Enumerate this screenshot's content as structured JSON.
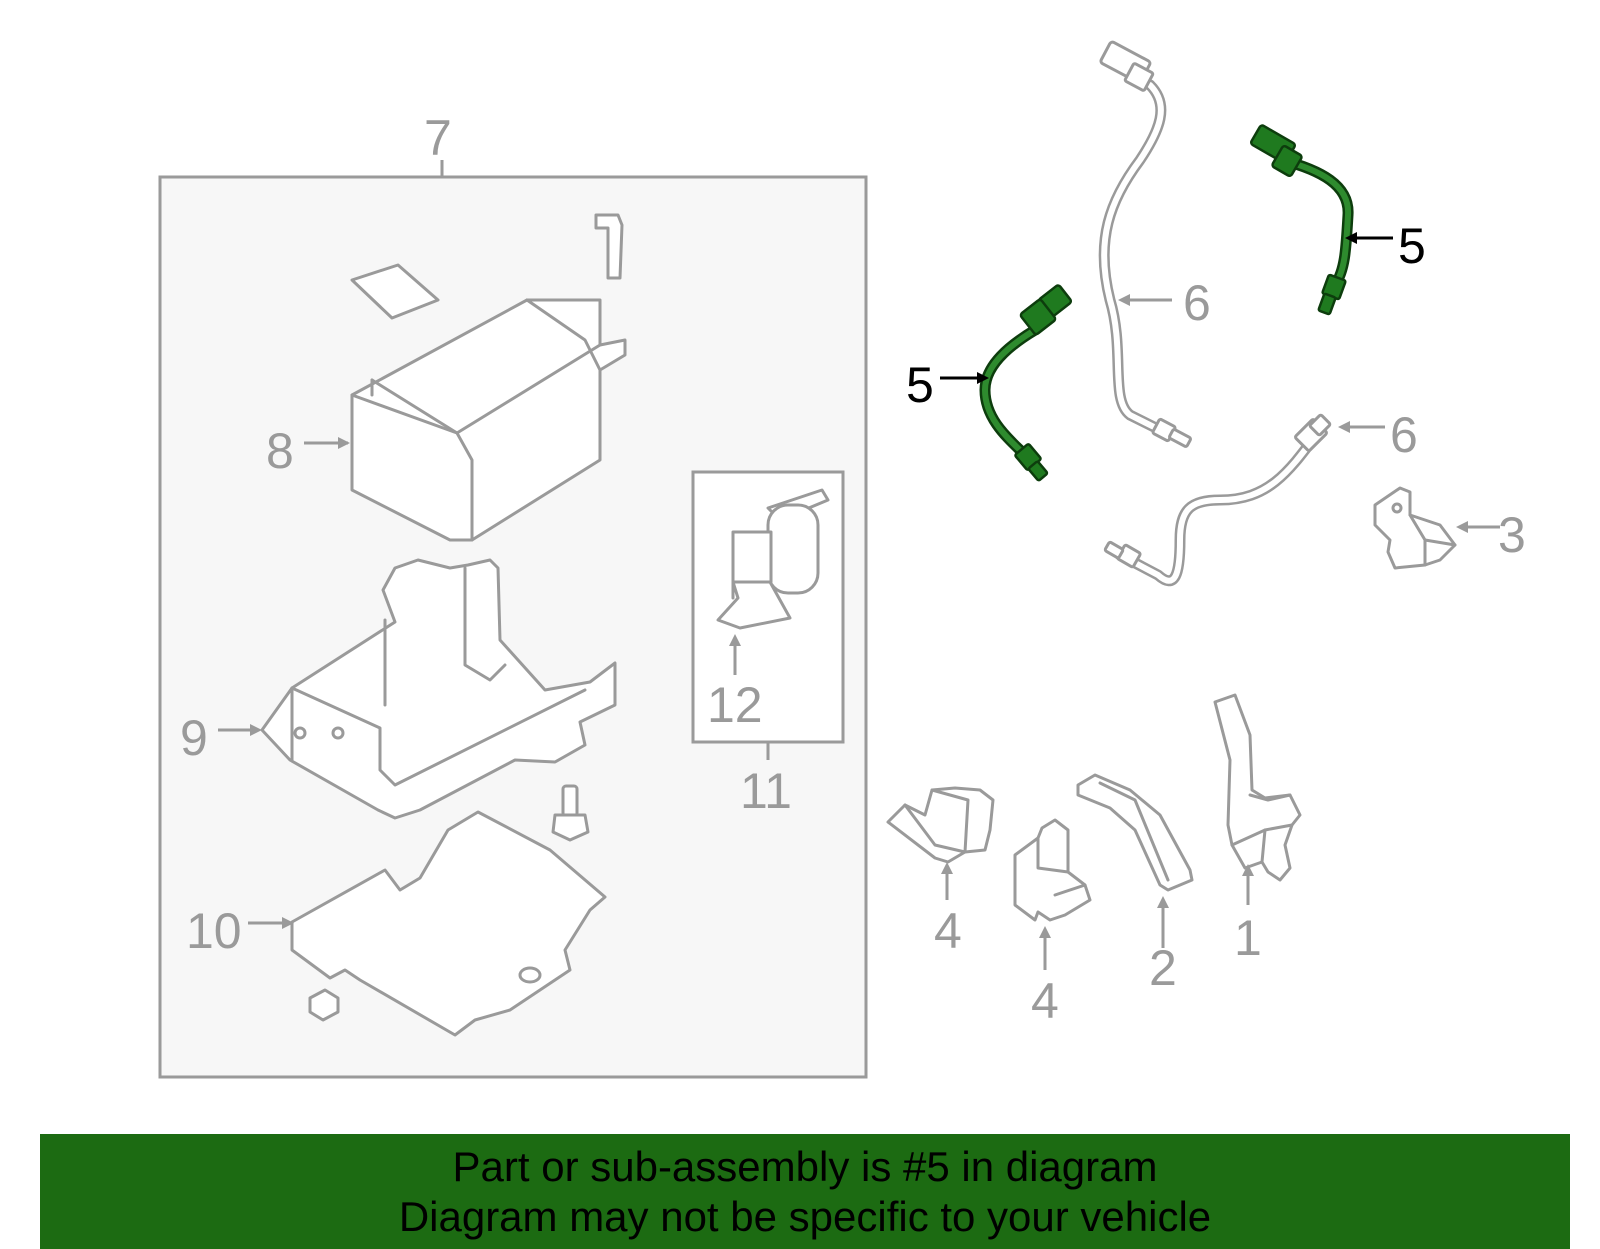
{
  "callouts": {
    "c1": "1",
    "c2": "2",
    "c3": "3",
    "c4a": "4",
    "c4b": "4",
    "c5a": "5",
    "c5b": "5",
    "c6a": "6",
    "c6b": "6",
    "c7": "7",
    "c8": "8",
    "c9": "9",
    "c10": "10",
    "c11": "11",
    "c12": "12"
  },
  "highlighted_part": "5",
  "colors": {
    "highlight": "#1f7a1f",
    "banner": "#1c6b12",
    "linework": "#9a9a9a",
    "assembly_bg": "#f7f7f7"
  },
  "banner": {
    "line1": "Part or sub-assembly is #5 in diagram",
    "line2": "Diagram may not be specific to your vehicle"
  }
}
